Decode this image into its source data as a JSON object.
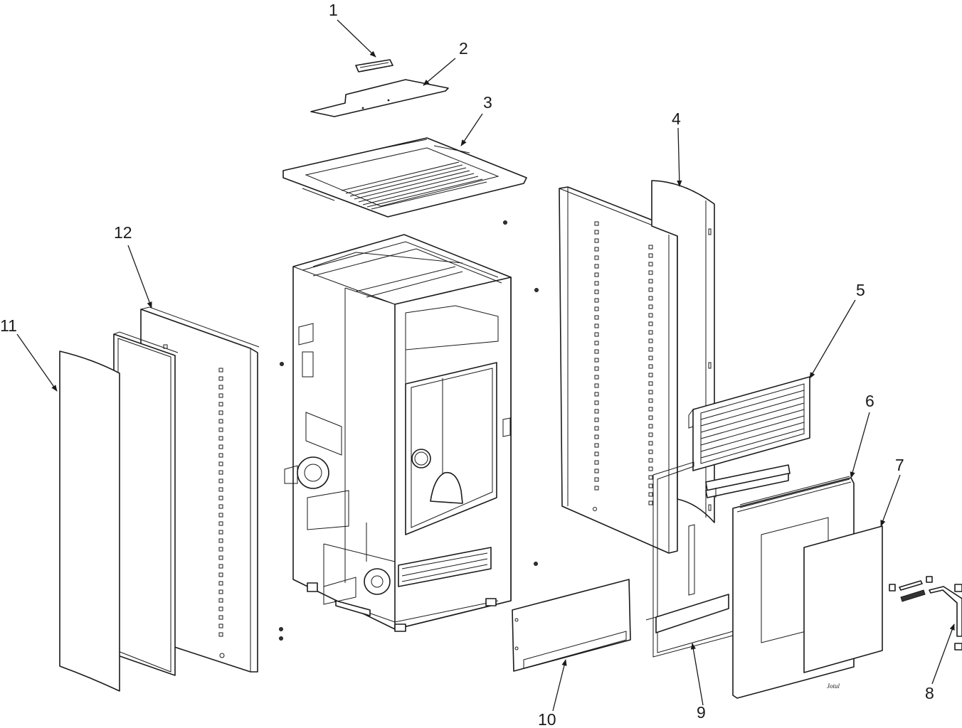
{
  "diagram": {
    "colors": {
      "line": "#1a1a1a",
      "background": "#ffffff"
    },
    "callouts": [
      "1",
      "2",
      "3",
      "4",
      "5",
      "6",
      "7",
      "8",
      "9",
      "10",
      "11",
      "12"
    ],
    "logo_text": "Jotul"
  }
}
